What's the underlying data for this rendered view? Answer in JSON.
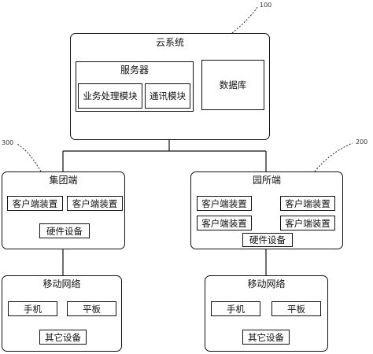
{
  "refs": {
    "cloud": "100",
    "group": "300",
    "park": "200"
  },
  "cloud": {
    "title": "云系统",
    "server": {
      "title": "服务器",
      "business_module": "业务处理模块",
      "comm_module": "通讯模块"
    },
    "database": "数据库"
  },
  "group_side": {
    "title": "集团端",
    "client_devices": [
      "客户端装置",
      "客户端装置"
    ],
    "hardware": "硬件设备"
  },
  "park_side": {
    "title": "园所端",
    "client_devices": [
      "客户端装置",
      "客户端装置",
      "客户端装置",
      "客户端装置"
    ],
    "hardware": "硬件设备"
  },
  "mobile_left": {
    "title": "移动网络",
    "phone": "手机",
    "tablet": "平板",
    "other": "其它设备"
  },
  "mobile_right": {
    "title": "移动网络",
    "phone": "手机",
    "tablet": "平板",
    "other": "其它设备"
  }
}
